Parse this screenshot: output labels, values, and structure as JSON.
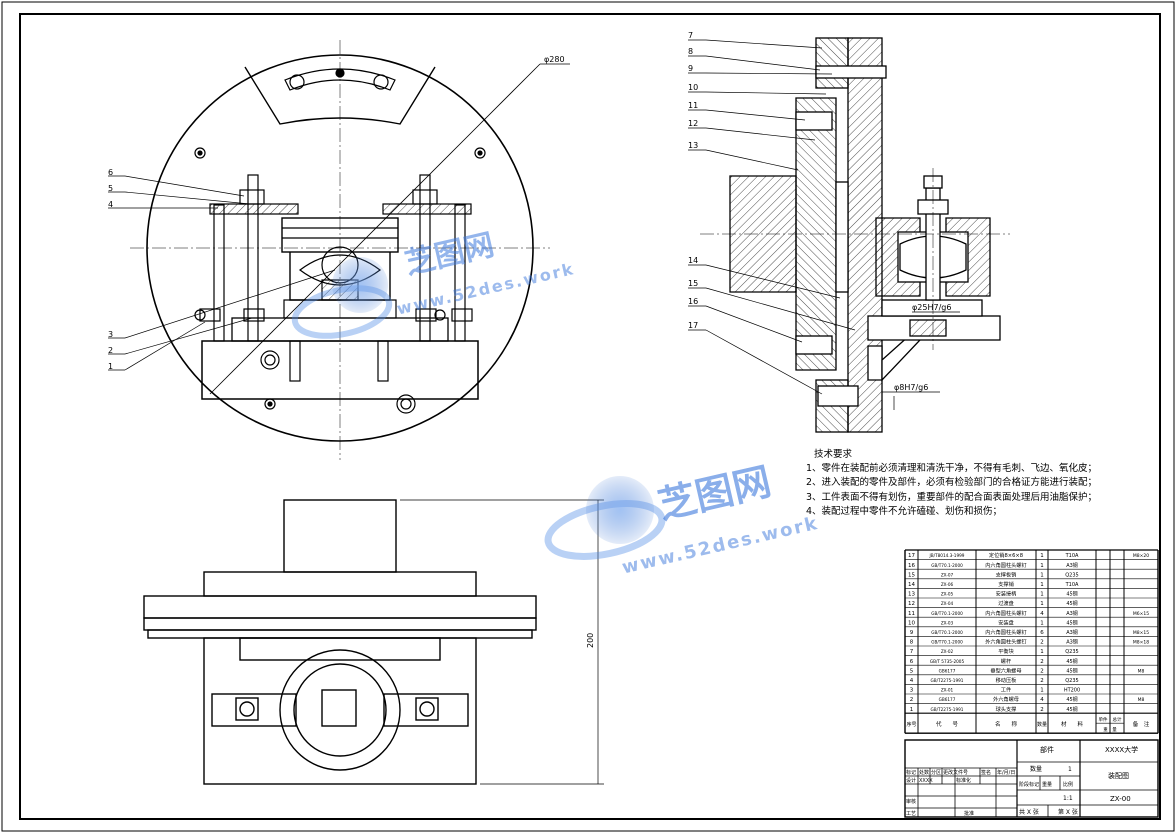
{
  "dimensions": {
    "dia280": "φ280",
    "fit25": "φ25H7/g6",
    "fit8": "φ8H7/g6",
    "height200": "200"
  },
  "balloons_front": [
    "6",
    "5",
    "4",
    "3",
    "2",
    "1"
  ],
  "balloons_side": [
    "7",
    "8",
    "9",
    "10",
    "11",
    "12",
    "13",
    "14",
    "15",
    "16",
    "17"
  ],
  "technical_requirements": {
    "title": "技术要求",
    "items": [
      "1、零件在装配前必须清理和清洗干净，不得有毛刺、飞边、氧化皮；",
      "2、进入装配的零件及部件，必须有检验部门的合格证方能进行装配；",
      "3、工件表面不得有划伤，重要部件的配合面表面处理后用油脂保护；",
      "4、装配过程中零件不允许磕碰、划伤和损伤；"
    ]
  },
  "watermark": {
    "brand": "芝图网",
    "url": "www.52des.work"
  },
  "bom": {
    "rows": [
      {
        "no": "17",
        "code": "JB/T8014.3-1999",
        "name": "定位销8×6×8",
        "qty": "1",
        "material": "T10A",
        "note": "M8×20"
      },
      {
        "no": "16",
        "code": "GB/T70.1-2000",
        "name": "内六角圆柱头螺钉",
        "qty": "1",
        "material": "A3钢",
        "note": ""
      },
      {
        "no": "15",
        "code": "ZX-07",
        "name": "支撑板销",
        "qty": "1",
        "material": "Q235",
        "note": ""
      },
      {
        "no": "14",
        "code": "ZX-06",
        "name": "支撑销",
        "qty": "1",
        "material": "T10A",
        "note": ""
      },
      {
        "no": "13",
        "code": "ZX-05",
        "name": "安装接柄",
        "qty": "1",
        "material": "45钢",
        "note": ""
      },
      {
        "no": "12",
        "code": "ZX-04",
        "name": "过渡盘",
        "qty": "1",
        "material": "45钢",
        "note": ""
      },
      {
        "no": "11",
        "code": "GB/T70.1-2000",
        "name": "内六角圆柱头螺钉",
        "qty": "4",
        "material": "A3钢",
        "note": "M6×15"
      },
      {
        "no": "10",
        "code": "ZX-03",
        "name": "安装盘",
        "qty": "1",
        "material": "45钢",
        "note": ""
      },
      {
        "no": "9",
        "code": "GB/T70.1-2000",
        "name": "内六角圆柱头螺钉",
        "qty": "6",
        "material": "A3钢",
        "note": "M8×15"
      },
      {
        "no": "8",
        "code": "GB/T70.1-2000",
        "name": "外六角圆柱头螺钉",
        "qty": "2",
        "material": "A3钢",
        "note": "M8×18"
      },
      {
        "no": "7",
        "code": "ZX-02",
        "name": "平衡块",
        "qty": "1",
        "material": "Q235",
        "note": ""
      },
      {
        "no": "6",
        "code": "GB/T 5735-2005",
        "name": "螺杆",
        "qty": "2",
        "material": "45钢",
        "note": ""
      },
      {
        "no": "5",
        "code": "GB6177",
        "name": "垂型六角螺母",
        "qty": "2",
        "material": "45钢",
        "note": "M8"
      },
      {
        "no": "4",
        "code": "GB/T2275-1991",
        "name": "移动压板",
        "qty": "2",
        "material": "Q235",
        "note": ""
      },
      {
        "no": "3",
        "code": "ZX-01",
        "name": "工件",
        "qty": "1",
        "material": "HT200",
        "note": ""
      },
      {
        "no": "2",
        "code": "GB6177",
        "name": "外六角螺母",
        "qty": "4",
        "material": "45钢",
        "note": "M8"
      },
      {
        "no": "1",
        "code": "GB/T2275-1991",
        "name": "球头支撑",
        "qty": "2",
        "material": "45钢",
        "note": ""
      }
    ],
    "header": {
      "no": "序号",
      "code": "代　　号",
      "name": "名　　称",
      "qty": "数量",
      "material": "材　　料",
      "unit_weight": "单件",
      "total_weight": "总计",
      "weight": "重　量",
      "note": "备　注"
    }
  },
  "title_block": {
    "assembly_label": "部件",
    "university": "XXXX大学",
    "qty_label": "数量",
    "qty_value": "1",
    "drawing_name": "装配图",
    "stage_mark": "阶段标记",
    "weight": "重量",
    "scale_label": "比例",
    "scale_value": "1:1",
    "drawing_no": "ZX-00",
    "sheet_total": "共 X 张",
    "sheet_no": "第 X 张",
    "mark": "标记",
    "places": "处数",
    "zone": "分区",
    "change_doc": "更改文件号",
    "signature": "签名",
    "date": "年/月/日",
    "designer": "设计",
    "designer_name": "XXXX",
    "standardization": "标准化",
    "review": "审核",
    "process": "工艺",
    "approve": "批准"
  }
}
